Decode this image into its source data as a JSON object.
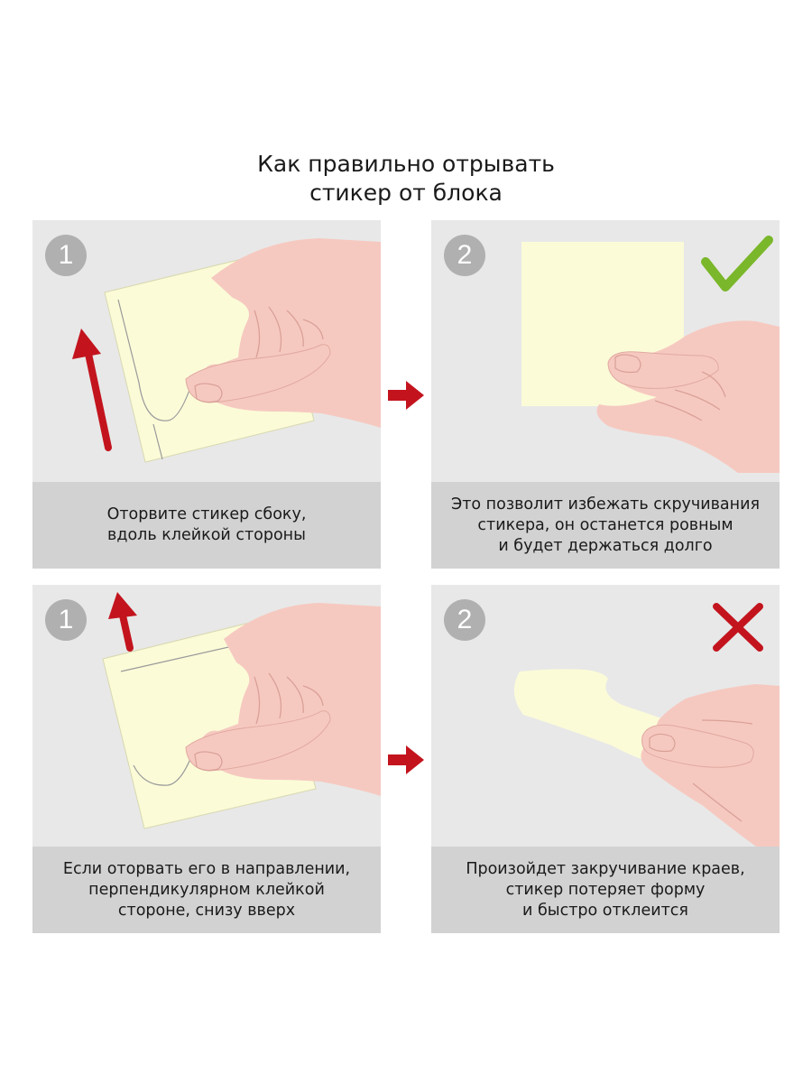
{
  "title": {
    "line1": "Как правильно отрывать",
    "line2": "стикер от блока"
  },
  "colors": {
    "panel_bg": "#e8e8e8",
    "caption_bg": "#d2d2d2",
    "sticker": "#fbfbd8",
    "skin": "#f6c9c0",
    "arrow_red": "#c3141e",
    "check_green": "#7ab72a",
    "cross_red": "#c3141e",
    "badge": "#b0b0b0"
  },
  "panels": [
    {
      "badge": "1",
      "icon": "arrow-up-icon",
      "caption": [
        "Оторвите стикер сбоку,",
        "вдоль клейкой стороны"
      ]
    },
    {
      "badge": "2",
      "icon": "checkmark-icon",
      "caption": [
        "Это позволит избежать скручивания",
        "стикера, он останется ровным",
        "и будет держаться долго"
      ]
    },
    {
      "badge": "1",
      "icon": "arrow-up-icon",
      "caption": [
        "Если оторвать его в направлении,",
        "перпендикулярном клейкой",
        "стороне, снизу вверх"
      ]
    },
    {
      "badge": "2",
      "icon": "cross-icon",
      "caption": [
        "Произойдет закручивание краев,",
        "стикер потеряет форму",
        "и быстро отклеится"
      ]
    }
  ],
  "between_arrows": [
    "arrow-right-icon",
    "arrow-right-icon"
  ]
}
